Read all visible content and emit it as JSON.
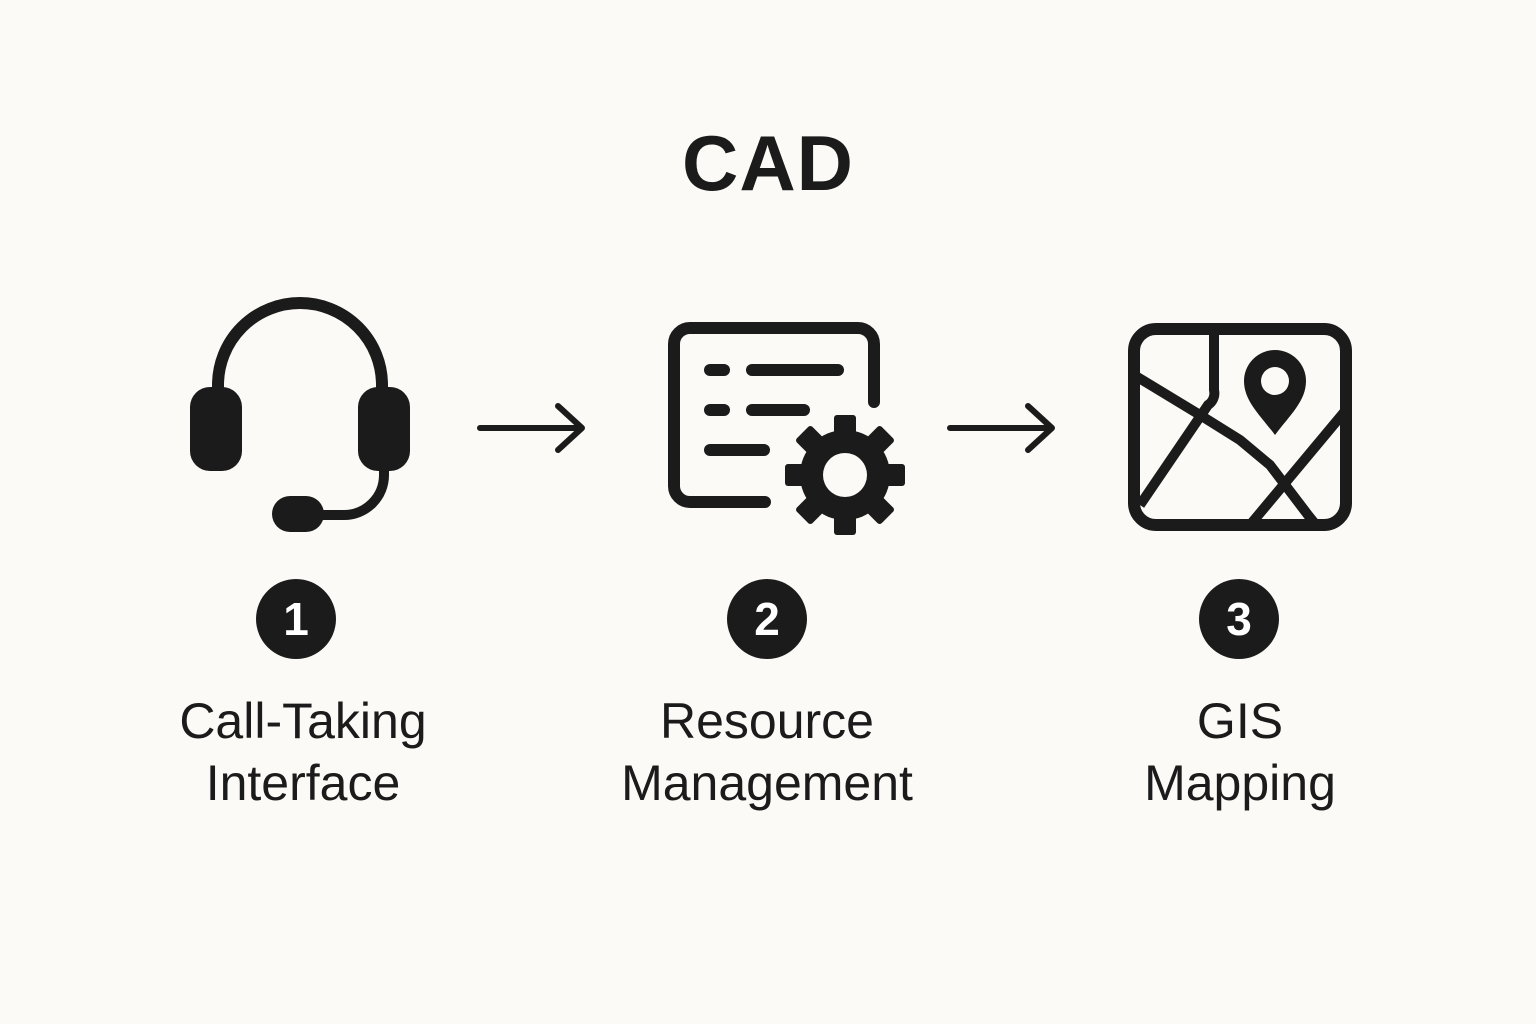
{
  "title": "CAD",
  "steps": [
    {
      "number": "1",
      "line1": "Call-Taking",
      "line2": "Interface",
      "icon": "headset-icon"
    },
    {
      "number": "2",
      "line1": "Resource",
      "line2": "Management",
      "icon": "document-gear-icon"
    },
    {
      "number": "3",
      "line1": "GIS",
      "line2": "Mapping",
      "icon": "map-pin-icon"
    }
  ],
  "colors": {
    "background": "#fcfaf6",
    "foreground": "#1b1b1b"
  }
}
